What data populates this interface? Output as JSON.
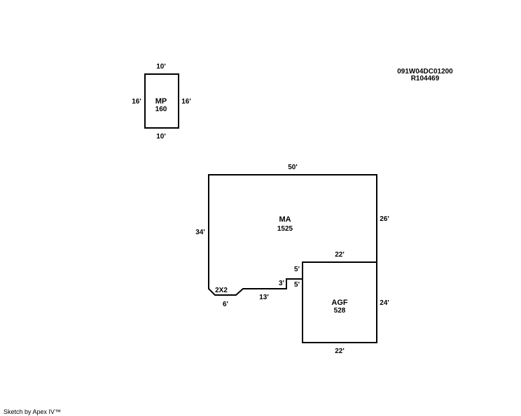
{
  "parcel": {
    "id": "091W04DC01200",
    "account": "R104469"
  },
  "footer": "Sketch by Apex IV™",
  "sections": {
    "mp": {
      "label": "MP",
      "area": "160",
      "dim_top": "10'",
      "dim_bottom": "10'",
      "dim_left": "16'",
      "dim_right": "16'"
    },
    "ma": {
      "label": "MA",
      "area": "1525",
      "dim_top": "50'",
      "dim_left": "34'",
      "dim_right": "26'",
      "dim_bottom_left": "6'",
      "dim_bottom_mid": "13'",
      "dim_step": "3'",
      "dim_notch_upper": "5'",
      "dim_notch_lower": "5'",
      "corner": "2X2"
    },
    "agf": {
      "label": "AGF",
      "area": "528",
      "dim_top": "22'",
      "dim_bottom": "22'",
      "dim_right": "24'"
    }
  },
  "colors": {
    "line": "#000000",
    "background": "#ffffff"
  }
}
